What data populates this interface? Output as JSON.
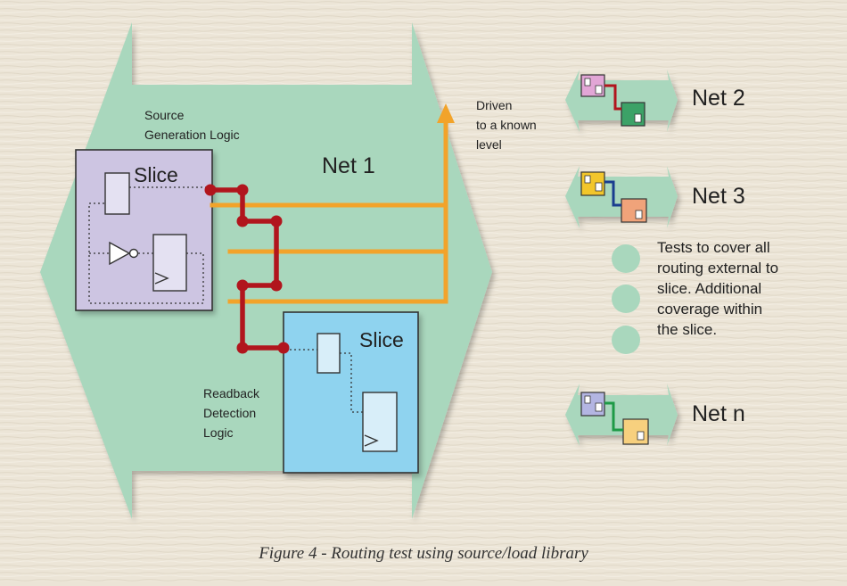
{
  "diagram": {
    "net1": {
      "label": "Net 1",
      "source_logic_label": [
        "Source",
        "Generation Logic"
      ],
      "source_slice_label": "Slice",
      "readback_logic_label": [
        "Readback",
        "Detection",
        "Logic"
      ],
      "readback_slice_label": "Slice",
      "driven_label": [
        "Driven",
        "to a known",
        "level"
      ]
    },
    "small_nets": [
      {
        "label": "Net 2"
      },
      {
        "label": "Net 3"
      },
      {
        "label": "Net n"
      }
    ],
    "tests_text": [
      "Tests to cover all",
      "routing external to",
      "slice. Additional",
      "coverage within",
      "the slice."
    ],
    "caption": "Figure 4 - Routing test using source/load library"
  },
  "colors": {
    "background": "#ebe4d6",
    "net_fill": "#a9d7bd",
    "source_slice": "#cdc5e2",
    "readback_slice": "#8fd3ef",
    "route_red": "#b1151d",
    "route_orange": "#f2a32a",
    "bullet": "#a9d7bd"
  }
}
